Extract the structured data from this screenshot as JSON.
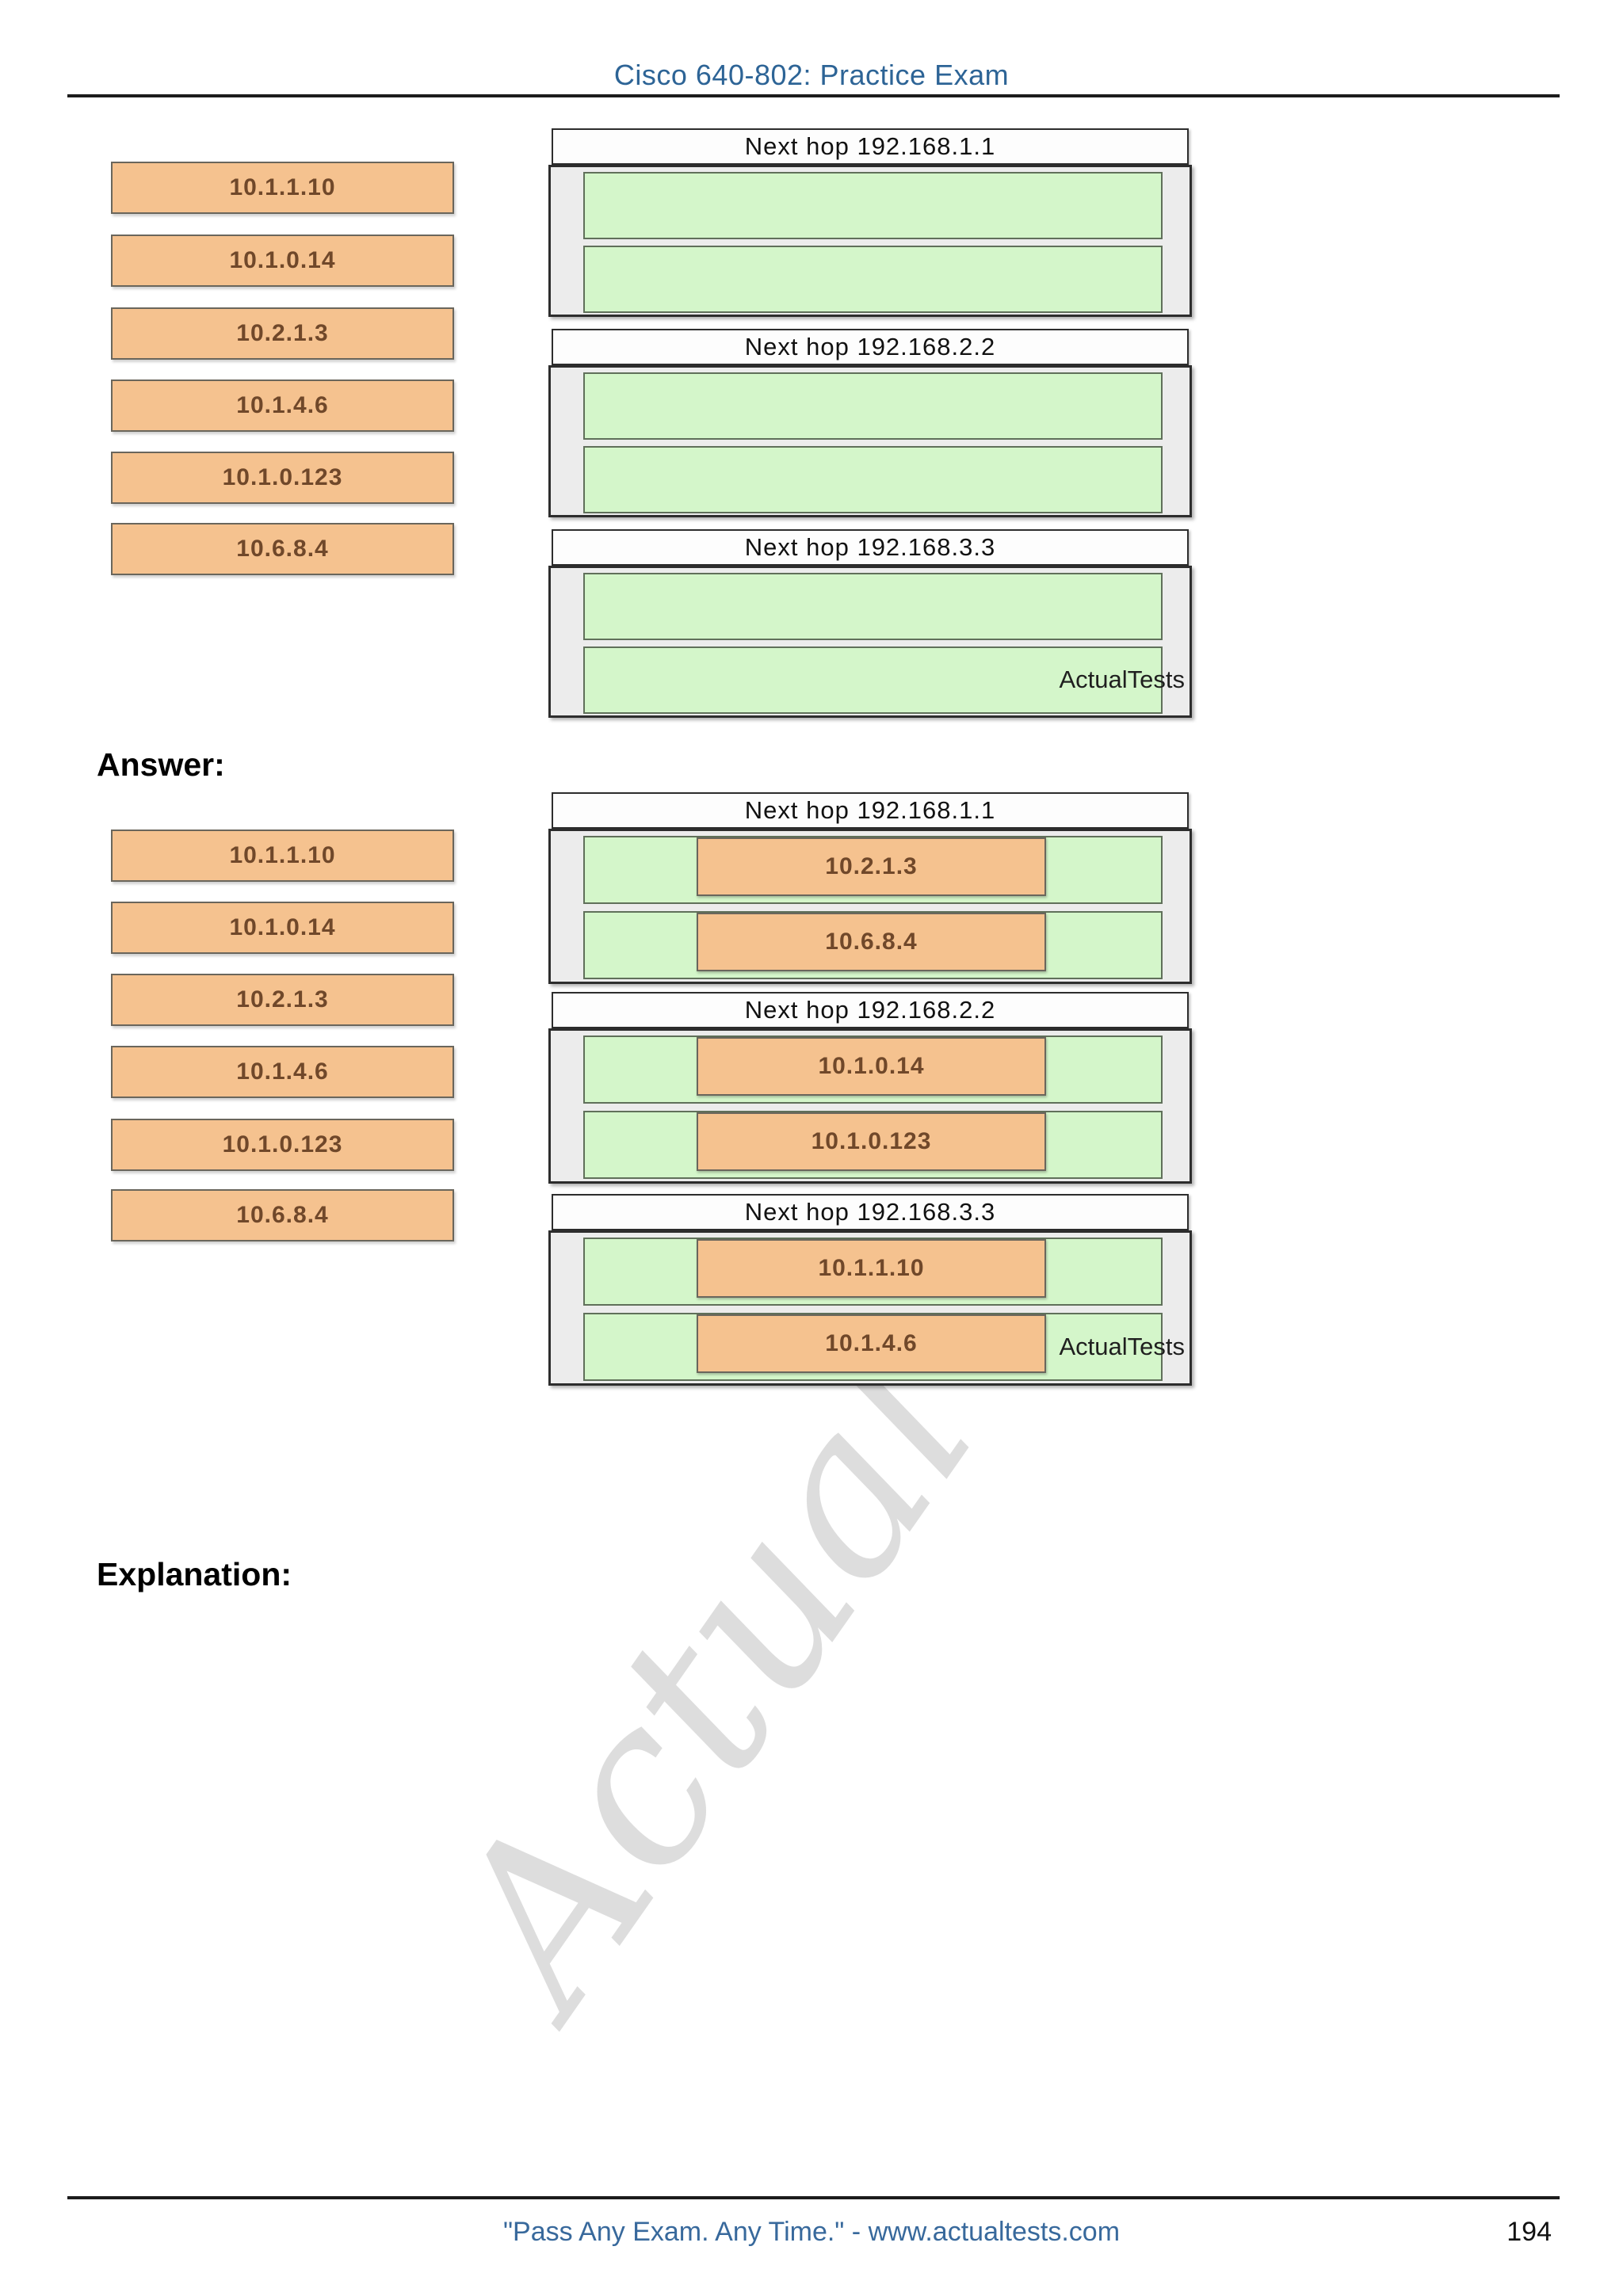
{
  "header": {
    "title": "Cisco 640-802: Practice Exam"
  },
  "question": {
    "ip_boxes": [
      "10.1.1.10",
      "10.1.0.14",
      "10.2.1.3",
      "10.1.4.6",
      "10.1.0.123",
      "10.6.8.4"
    ],
    "groups": [
      {
        "header": "Next hop 192.168.1.1",
        "slots": [
          "",
          ""
        ]
      },
      {
        "header": "Next hop 192.168.2.2",
        "slots": [
          "",
          ""
        ]
      },
      {
        "header": "Next hop 192.168.3.3",
        "slots": [
          "",
          ""
        ]
      }
    ],
    "watermark": "ActualTests"
  },
  "answer": {
    "label": "Answer:",
    "ip_boxes": [
      "10.1.1.10",
      "10.1.0.14",
      "10.2.1.3",
      "10.1.4.6",
      "10.1.0.123",
      "10.6.8.4"
    ],
    "groups": [
      {
        "header": "Next hop 192.168.1.1",
        "slots": [
          "10.2.1.3",
          "10.6.8.4"
        ]
      },
      {
        "header": "Next hop 192.168.2.2",
        "slots": [
          "10.1.0.14",
          "10.1.0.123"
        ]
      },
      {
        "header": "Next hop 192.168.3.3",
        "slots": [
          "10.1.1.10",
          "10.1.4.6"
        ]
      }
    ],
    "watermark": "ActualTests"
  },
  "explanation": {
    "label": "Explanation:"
  },
  "diagonal_watermark": "Actual",
  "footer": {
    "text": "\"Pass Any Exam. Any Time.\"  -  www.actualtests.com",
    "page": "194"
  },
  "colors": {
    "title_blue": "#2d6496",
    "footer_blue": "#38699c",
    "chip_orange": "#f5c28f",
    "chip_text": "#70482a",
    "slot_green": "#d4f6ca",
    "container_gray": "#ececec"
  }
}
